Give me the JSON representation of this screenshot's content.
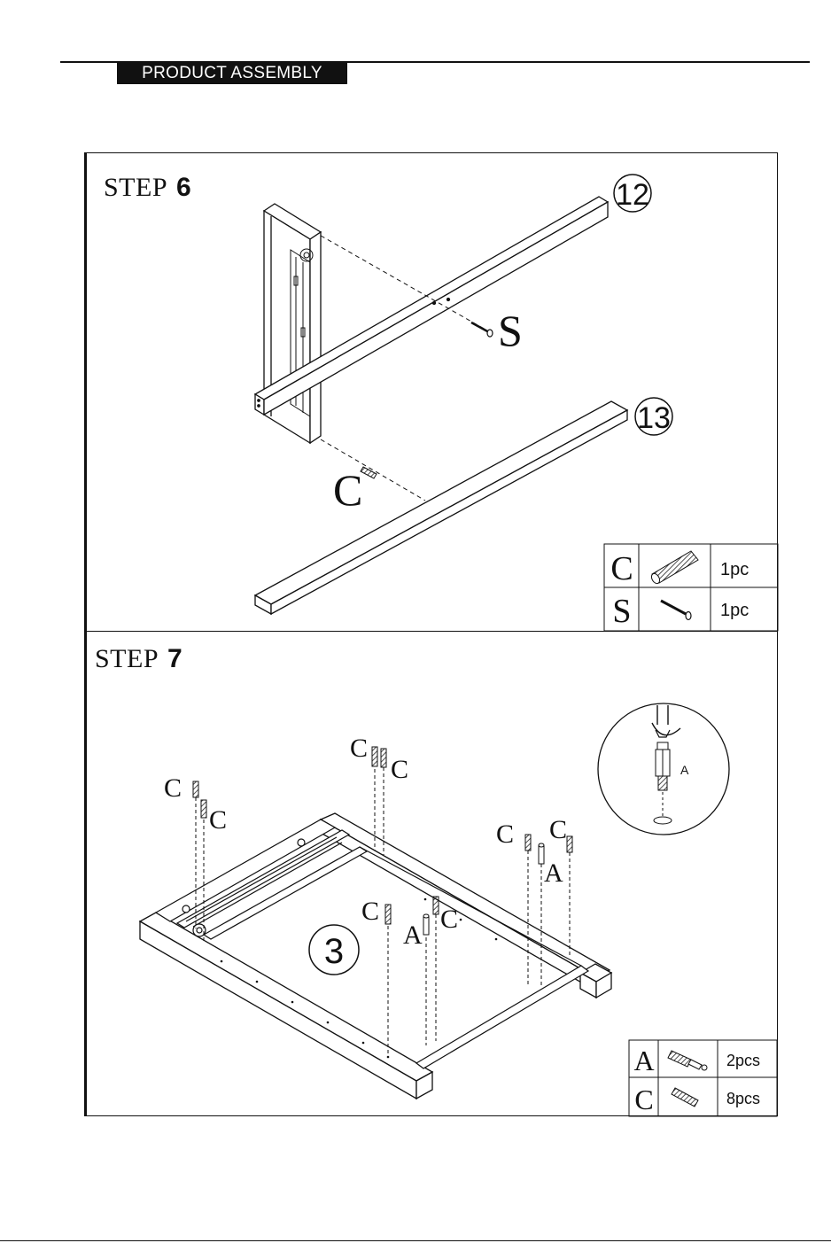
{
  "header": {
    "title": "PRODUCT ASSEMBLY"
  },
  "step6": {
    "label": "STEP",
    "number": "6",
    "part_a": "12",
    "part_b": "13",
    "callout_screw": "S",
    "callout_dowel": "C",
    "parts_table": [
      {
        "code": "C",
        "icon": "dowel-icon",
        "qty": "1pc"
      },
      {
        "code": "S",
        "icon": "screw-icon",
        "qty": "1pc"
      }
    ]
  },
  "step7": {
    "label": "STEP",
    "number": "7",
    "part_number": "3",
    "detail_label": "A",
    "callouts": {
      "dowel": "C",
      "cam_bolt": "A"
    },
    "parts_table": [
      {
        "code": "A",
        "icon": "cam-bolt-icon",
        "qty": "2pcs"
      },
      {
        "code": "C",
        "icon": "dowel-icon",
        "qty": "8pcs"
      }
    ]
  }
}
